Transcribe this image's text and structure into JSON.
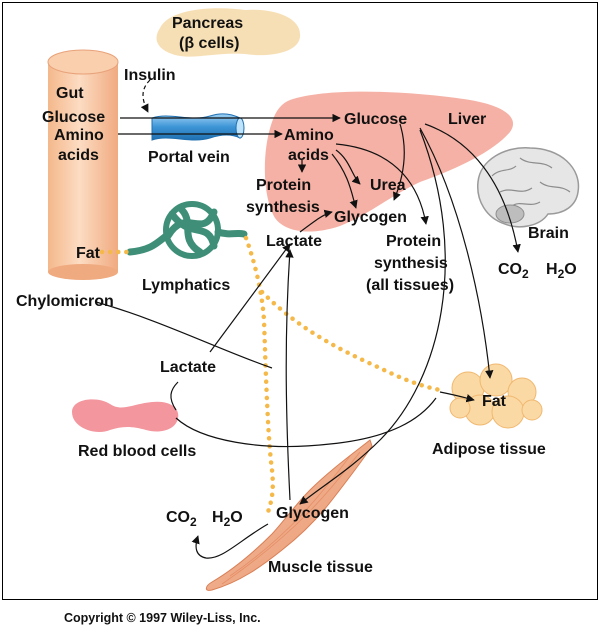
{
  "labels": {
    "pancreas": "Pancreas",
    "beta_cells": "(β cells)",
    "insulin": "Insulin",
    "gut": "Gut",
    "glucose_gut": "Glucose",
    "amino": "Amino",
    "acids": "acids",
    "portal_vein": "Portal vein",
    "glucose_liver": "Glucose",
    "liver": "Liver",
    "amino_liver": "Amino",
    "acids_liver": "acids",
    "protein_liver": "Protein",
    "synthesis_liver": "synthesis",
    "urea": "Urea",
    "glycogen_liver": "Glycogen",
    "lactate_liver": "Lactate",
    "protein_all": "Protein",
    "synthesis_all": "synthesis",
    "all_tissues": "(all tissues)",
    "brain": "Brain",
    "co2_brain": "CO",
    "co2_brain_sub": "2",
    "h2o_brain": "H",
    "h2o_brain_sub": "2",
    "h2o_brain_o": "O",
    "fat_gut": "Fat",
    "lymphatics": "Lymphatics",
    "chylomicron": "Chylomicron",
    "lactate_rbc": "Lactate",
    "red_blood_cells": "Red blood cells",
    "fat_adipose": "Fat",
    "adipose_tissue": "Adipose tissue",
    "co2_muscle": "CO",
    "co2_muscle_sub": "2",
    "h2o_muscle": "H",
    "h2o_muscle_sub": "2",
    "h2o_muscle_o": "O",
    "glycogen_muscle": "Glycogen",
    "muscle_tissue": "Muscle tissue",
    "copyright": "Copyright © 1997 Wiley-Liss, Inc."
  },
  "colors": {
    "pancreas": "#f6d9a8",
    "gut": "#f7c39a",
    "liver": "#f4a99b",
    "portal_vein": "#4fa8e0",
    "lymphatics": "#3f8f78",
    "rbc": "#f28b93",
    "adipose": "#fbd9a4",
    "muscle": "#f3b08c",
    "brain": "#d9d9d9",
    "fat_dots": "#f5b94a"
  }
}
